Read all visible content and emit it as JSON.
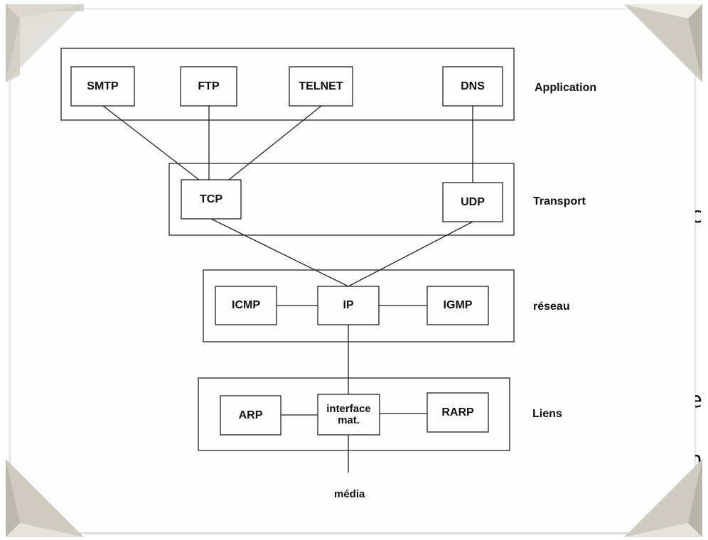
{
  "background_fragments": [
    "c",
    "e",
    "n"
  ],
  "layers": {
    "application": "Application",
    "transport": "Transport",
    "network": "réseau",
    "link": "Liens"
  },
  "protocols": {
    "smtp": "SMTP",
    "ftp": "FTP",
    "telnet": "TELNET",
    "dns": "DNS",
    "tcp": "TCP",
    "udp": "UDP",
    "icmp": "ICMP",
    "ip": "IP",
    "igmp": "IGMP",
    "arp": "ARP",
    "interface_line1": "interface",
    "interface_line2": "mat.",
    "rarp": "RARP"
  },
  "media": "média"
}
